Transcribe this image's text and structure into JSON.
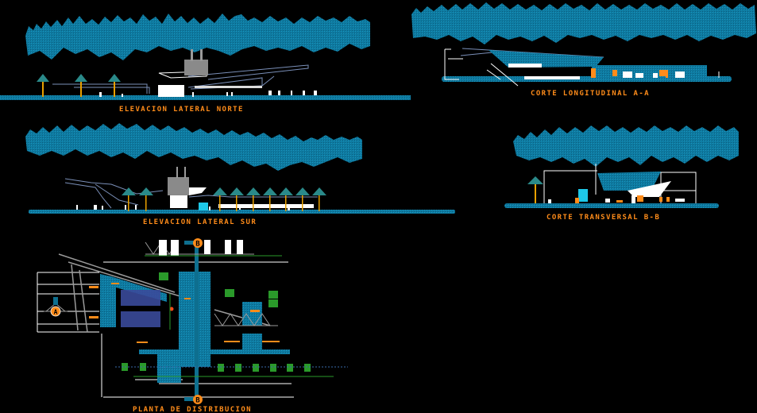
{
  "drawing": {
    "background_color": "#000000",
    "colors": {
      "foliage": "#0f7fa6",
      "ground": "#0e6f8f",
      "line_white": "#ffffff",
      "line_gray": "#9a9a9a",
      "label_orange": "#ff8c1a",
      "accent_green": "#2a9a2a",
      "accent_cyan": "#1ec8e8",
      "palm_trunk": "#e8a000"
    },
    "views": [
      {
        "id": "north-elevation",
        "title": "ELEVACION LATERAL NORTE"
      },
      {
        "id": "longitudinal-section",
        "title": "CORTE LONGITUDINAL A-A"
      },
      {
        "id": "south-elevation",
        "title": "ELEVACION LATERAL SUR"
      },
      {
        "id": "transverse-section",
        "title": "CORTE TRANSVERSAL B-B"
      },
      {
        "id": "floor-plan",
        "title": "PLANTA DE DISTRIBUCION"
      }
    ],
    "section_markers": [
      {
        "id": "marker-b-top",
        "letter": "B"
      },
      {
        "id": "marker-b-bottom",
        "letter": "B"
      },
      {
        "id": "marker-a-left",
        "letter": "A"
      }
    ]
  }
}
